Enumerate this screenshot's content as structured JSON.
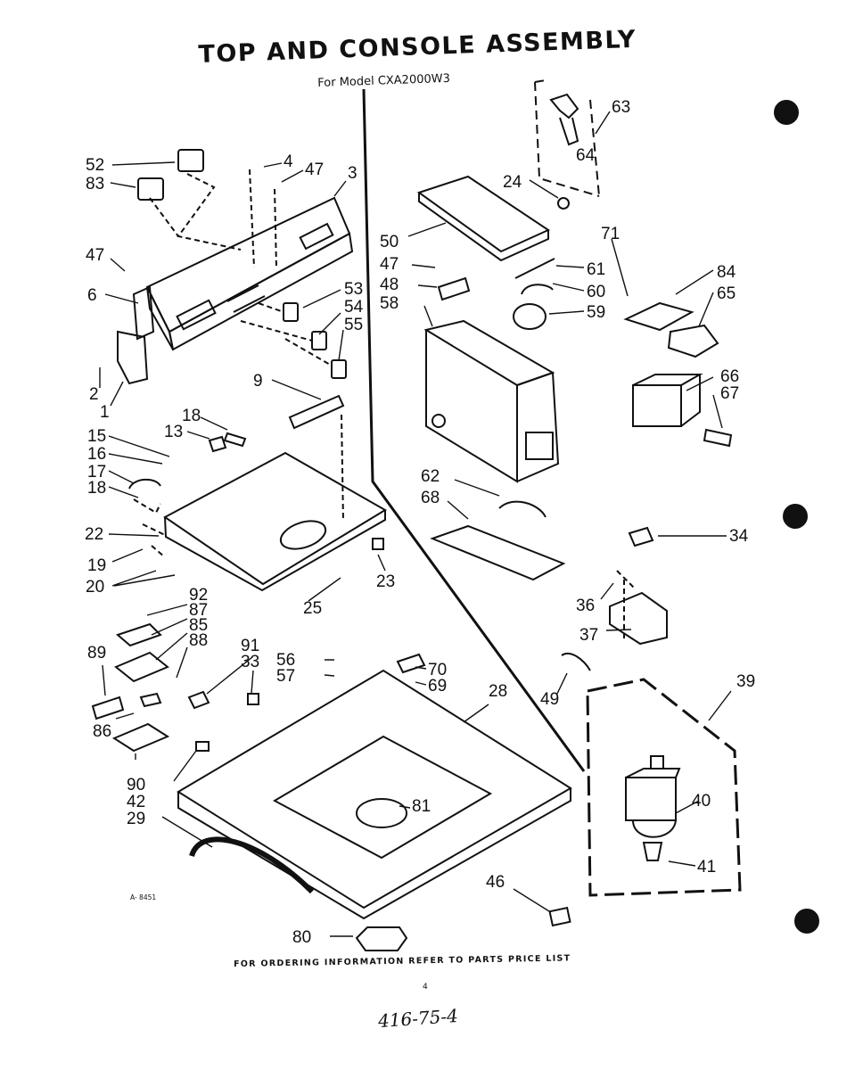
{
  "header": {
    "title": "TOP AND CONSOLE ASSEMBLY",
    "subtitle": "For Model CXA2000W3"
  },
  "footer": {
    "ordering_note": "FOR ORDERING INFORMATION REFER TO PARTS PRICE LIST",
    "page_number": "4",
    "handwritten_note": "416-75-4",
    "drawing_number": "A- 8451"
  },
  "callouts": {
    "p1": "1",
    "p2": "2",
    "p3": "3",
    "p4": "4",
    "p6": "6",
    "p9": "9",
    "p13": "13",
    "p15": "15",
    "p16": "16",
    "p17": "17",
    "p18a": "18",
    "p18b": "18",
    "p19": "19",
    "p20": "20",
    "p22": "22",
    "p23": "23",
    "p24": "24",
    "p25": "25",
    "p28": "28",
    "p29": "29",
    "p33": "33",
    "p34": "34",
    "p36": "36",
    "p37": "37",
    "p39": "39",
    "p40": "40",
    "p41": "41",
    "p42": "42",
    "p46": "46",
    "p47a": "47",
    "p47b": "47",
    "p47c": "47",
    "p48": "48",
    "p49": "49",
    "p50": "50",
    "p52": "52",
    "p53": "53",
    "p54": "54",
    "p55": "55",
    "p56": "56",
    "p57": "57",
    "p58": "58",
    "p59": "59",
    "p60": "60",
    "p61": "61",
    "p62": "62",
    "p63": "63",
    "p64": "64",
    "p65": "65",
    "p66": "66",
    "p67": "67",
    "p68": "68",
    "p69": "69",
    "p70": "70",
    "p71": "71",
    "p80": "80",
    "p81": "81",
    "p83": "83",
    "p84": "84",
    "p85": "85",
    "p86": "86",
    "p87": "87",
    "p88": "88",
    "p89": "89",
    "p90": "90",
    "p91": "91",
    "p92": "92"
  }
}
